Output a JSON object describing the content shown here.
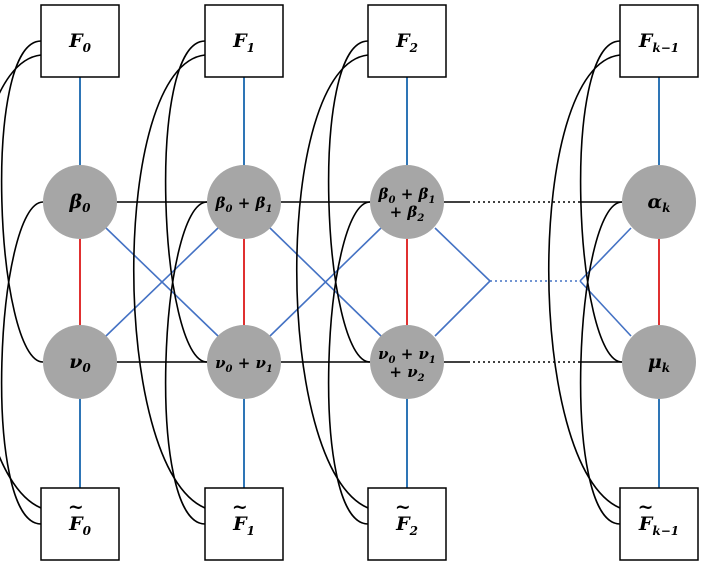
{
  "boxes_top": [
    {
      "base": "F",
      "sub": "0",
      "tilde": false
    },
    {
      "base": "F",
      "sub": "1",
      "tilde": false
    },
    {
      "base": "F",
      "sub": "2",
      "tilde": false
    },
    {
      "base": "F",
      "sub": "k−1",
      "tilde": false
    }
  ],
  "boxes_bottom": [
    {
      "base": "F",
      "sub": "0",
      "tilde": true
    },
    {
      "base": "F",
      "sub": "1",
      "tilde": true
    },
    {
      "base": "F",
      "sub": "2",
      "tilde": true
    },
    {
      "base": "F",
      "sub": "k−1",
      "tilde": true
    }
  ],
  "nodes_top": [
    {
      "lines": [
        [
          [
            "β",
            "0"
          ]
        ]
      ]
    },
    {
      "lines": [
        [
          [
            "β",
            "0"
          ],
          [
            "+",
            ""
          ],
          [
            "β",
            "1"
          ]
        ]
      ]
    },
    {
      "lines": [
        [
          [
            "β",
            "0"
          ],
          [
            "+",
            ""
          ],
          [
            "β",
            "1"
          ]
        ],
        [
          [
            "+",
            ""
          ],
          [
            "β",
            "2"
          ]
        ]
      ]
    },
    {
      "lines": [
        [
          [
            "α",
            "k"
          ]
        ]
      ]
    }
  ],
  "nodes_bottom": [
    {
      "lines": [
        [
          [
            "ν",
            "0"
          ]
        ]
      ]
    },
    {
      "lines": [
        [
          [
            "ν",
            "0"
          ],
          [
            "+",
            ""
          ],
          [
            "ν",
            "1"
          ]
        ]
      ]
    },
    {
      "lines": [
        [
          [
            "ν",
            "0"
          ],
          [
            "+",
            ""
          ],
          [
            "ν",
            "1"
          ]
        ],
        [
          [
            "+",
            ""
          ],
          [
            "ν",
            "2"
          ]
        ]
      ]
    },
    {
      "lines": [
        [
          [
            "μ",
            "k"
          ]
        ]
      ]
    }
  ],
  "colors": {
    "node_fill": "#a6a6a6",
    "vertical_edge": "#2e75b6",
    "middle_edge": "#e03030",
    "cross_edge": "#4472c4",
    "horizontal_edge": "#000000",
    "box_stroke": "#000000"
  }
}
